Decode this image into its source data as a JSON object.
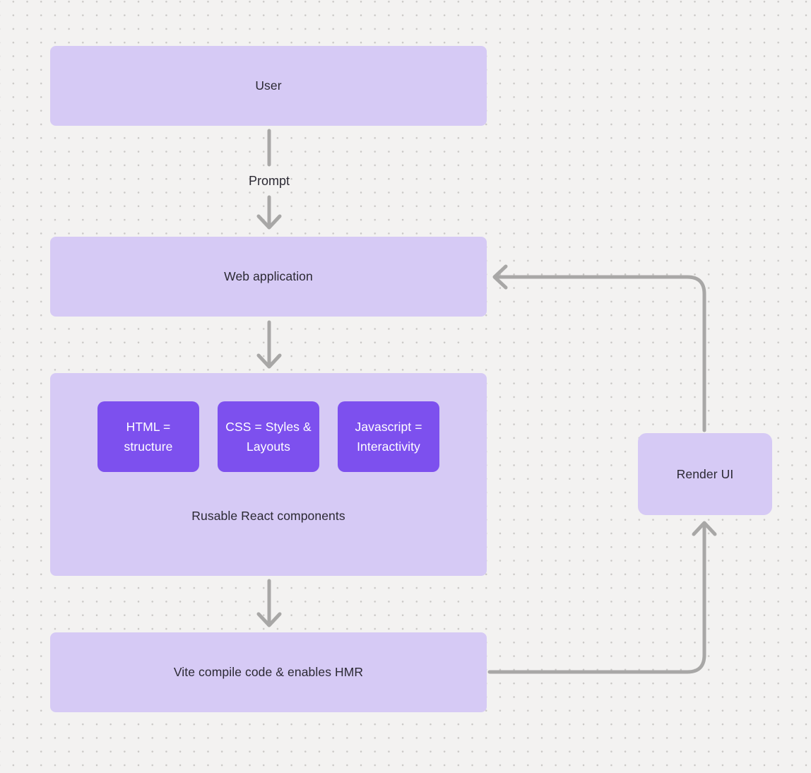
{
  "colors": {
    "bg": "#f3f2f1",
    "dot_color": "#c9c7c5",
    "light_purple": "#d6caf5",
    "dark_purple": "#7d50ee",
    "line_gray": "#a8a7a6",
    "text_dark": "#2b2933",
    "text_light": "#ffffff"
  },
  "nodes": {
    "user": {
      "label": "User"
    },
    "web_application": {
      "label": "Web application"
    },
    "components_group": {
      "caption": "Rusable React components",
      "items": [
        {
          "label": "HTML = structure"
        },
        {
          "label": "CSS = Styles & Layouts"
        },
        {
          "label": "Javascript = Interactivity"
        }
      ]
    },
    "vite": {
      "label": "Vite compile code & enables HMR"
    },
    "render_ui": {
      "label": "Render UI"
    }
  },
  "edges": {
    "prompt_label": "Prompt"
  }
}
